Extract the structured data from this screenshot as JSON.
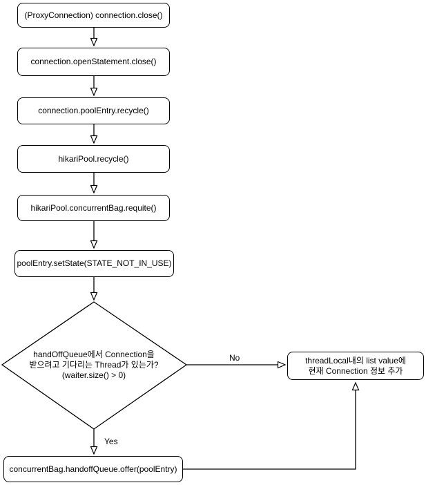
{
  "diagram": {
    "colors": {
      "background": "#ffffff",
      "stroke": "#000000",
      "node_fill": "#ffffff",
      "text": "#000000"
    },
    "nodes": {
      "proxy_close": "(ProxyConnection) connection.close()",
      "open_statement_close": "connection.openStatement.close()",
      "pool_entry_recycle": "connection.poolEntry.recycle()",
      "hikari_pool_recycle": "hikariPool.recycle()",
      "concurrent_bag_requite": "hikariPool.concurrentBag.requite()",
      "set_state": "poolEntry.setState(STATE_NOT_IN_USE)",
      "decision": "handOffQueue에서 Connection을\n받으려고 기다리는 Thread가 있는가?\n(waiter.size() > 0)",
      "thread_local_add": "threadLocal내의 list value에\n현재 Connection 정보 추가",
      "handoff_offer": "concurrentBag.handoffQueue.offer(poolEntry)"
    },
    "edge_labels": {
      "no": "No",
      "yes": "Yes"
    }
  }
}
